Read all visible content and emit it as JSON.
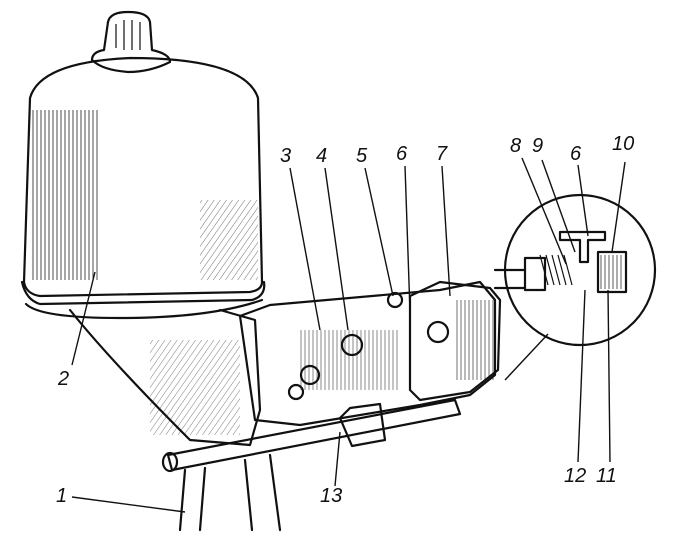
{
  "figure": {
    "callouts": [
      {
        "id": "c1",
        "text": "1"
      },
      {
        "id": "c2",
        "text": "2"
      },
      {
        "id": "c3",
        "text": "3"
      },
      {
        "id": "c4",
        "text": "4"
      },
      {
        "id": "c5",
        "text": "5"
      },
      {
        "id": "c6a",
        "text": "6"
      },
      {
        "id": "c6b",
        "text": "6"
      },
      {
        "id": "c7",
        "text": "7"
      },
      {
        "id": "c8",
        "text": "8"
      },
      {
        "id": "c9",
        "text": "9"
      },
      {
        "id": "c10",
        "text": "10"
      },
      {
        "id": "c11",
        "text": "11"
      },
      {
        "id": "c12",
        "text": "12"
      },
      {
        "id": "c13",
        "text": "13"
      }
    ],
    "colors": {
      "ink": "#111111",
      "paper": "#ffffff"
    }
  }
}
